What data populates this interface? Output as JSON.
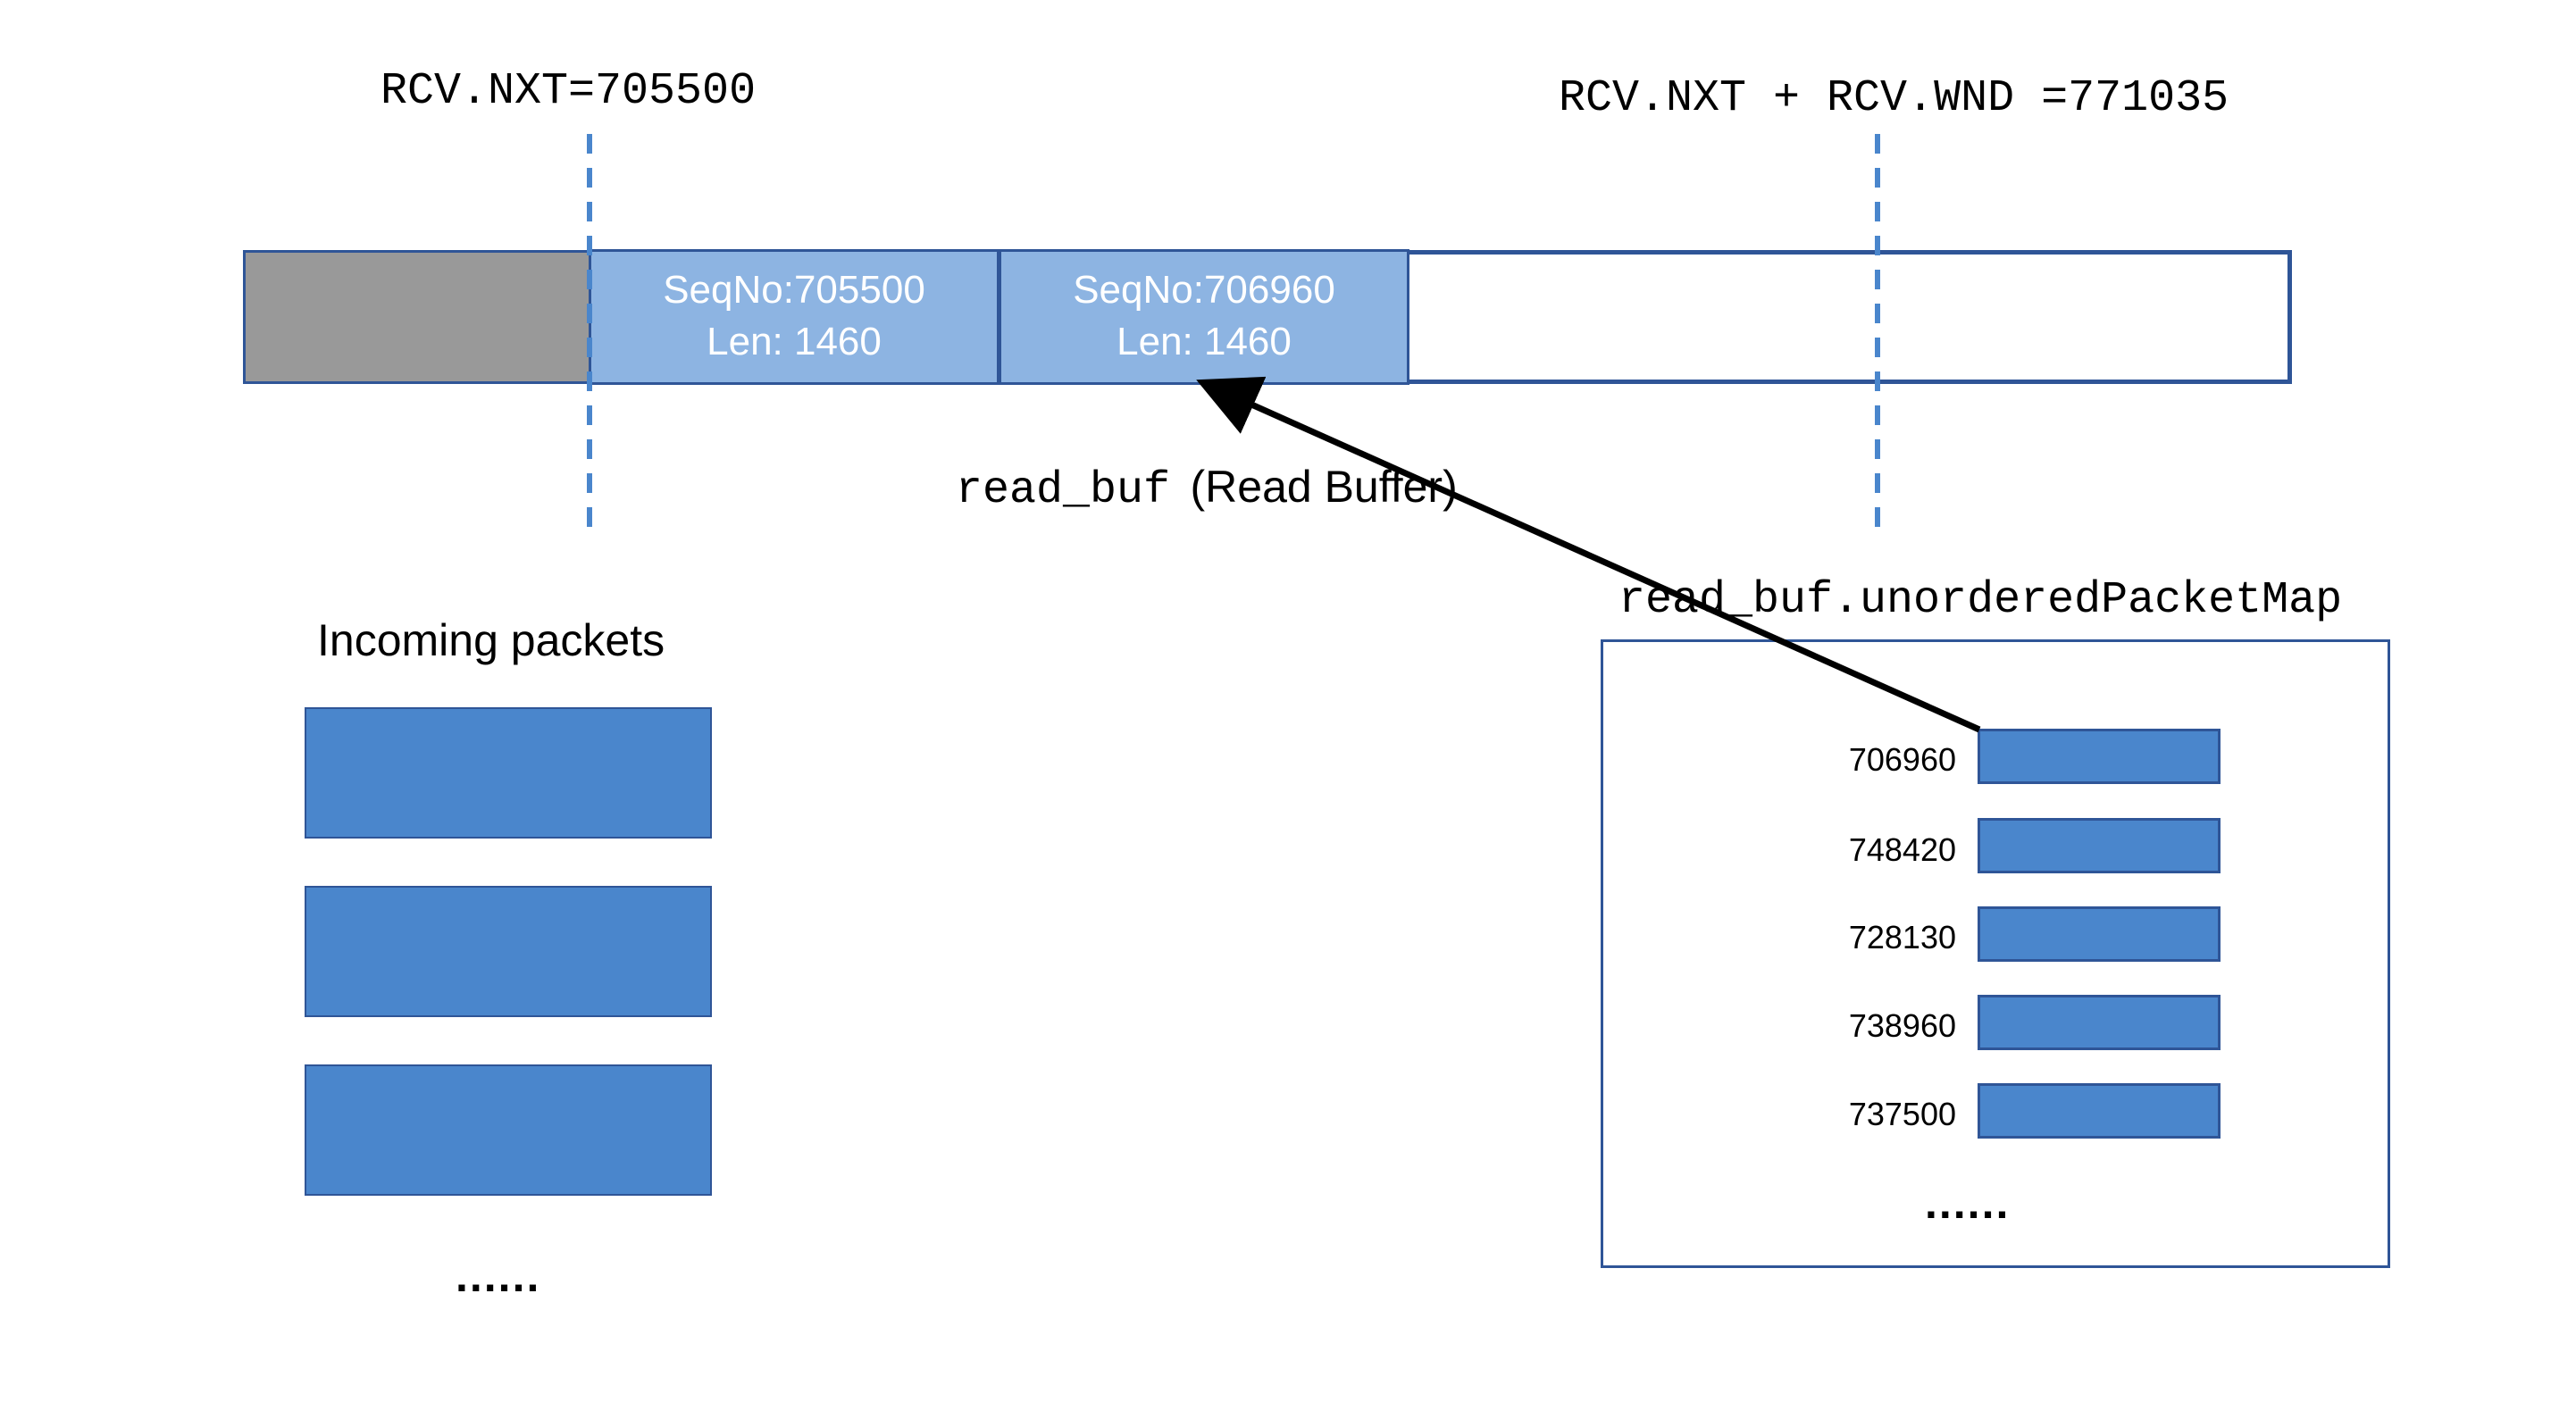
{
  "labels": {
    "rcv_nxt": "RCV.NXT=705500",
    "rcv_window_end": "RCV.NXT + RCV.WND =771035",
    "read_buf_code": "read_buf",
    "read_buf_desc": "(Read Buffer)",
    "incoming_packets": "Incoming packets",
    "unordered_map": "read_buf.unorderedPacketMap",
    "incoming_ellipsis": "......",
    "map_ellipsis": "......"
  },
  "buffer_segments": [
    {
      "seq": "SeqNo:705500",
      "len": "Len: 1460"
    },
    {
      "seq": "SeqNo:706960",
      "len": "Len: 1460"
    }
  ],
  "incoming_packets": [
    {
      "id": "packet-1"
    },
    {
      "id": "packet-2"
    },
    {
      "id": "packet-3"
    }
  ],
  "unordered_map_keys": [
    "706960",
    "748420",
    "728130",
    "738960",
    "737500"
  ],
  "colors": {
    "consumed": "#999999",
    "segment": "#8db4e2",
    "packet": "#4a86cc",
    "border": "#2f5597",
    "guide_line": "#4a86cc",
    "arrow": "#000000"
  }
}
